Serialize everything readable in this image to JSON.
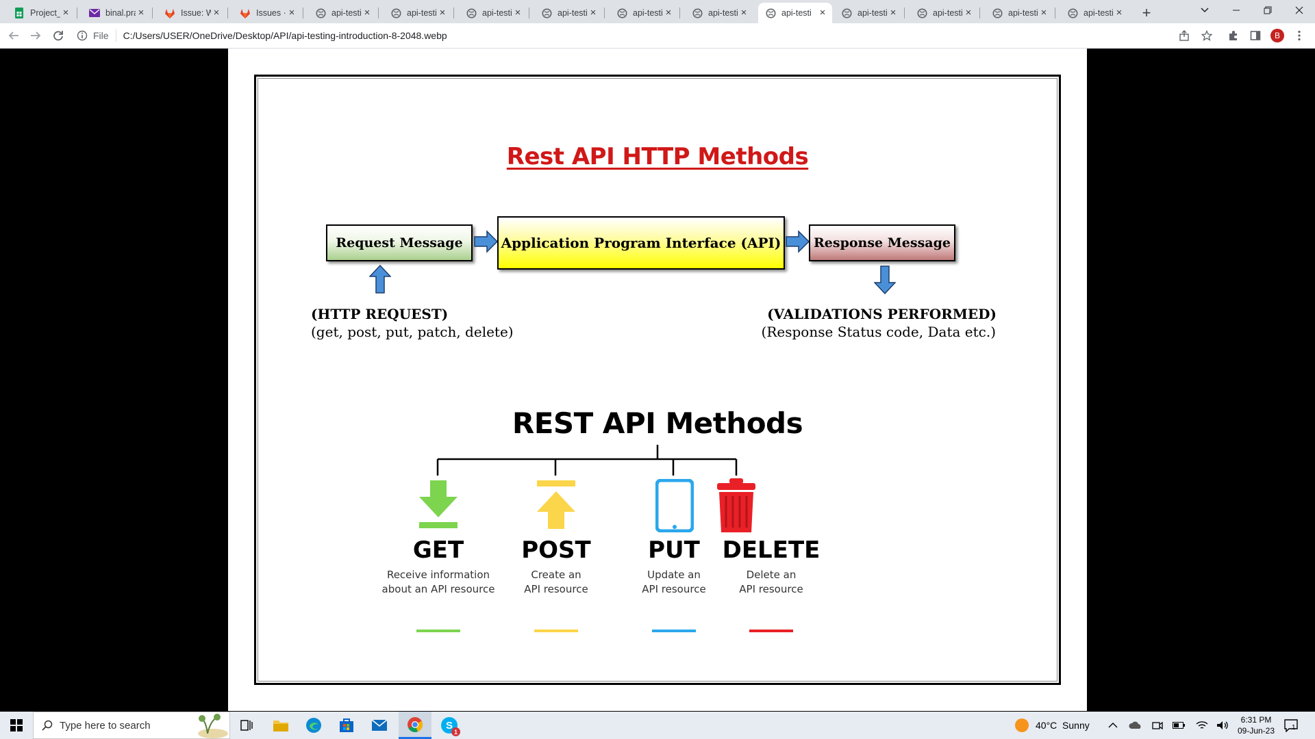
{
  "browser": {
    "tabs": [
      {
        "title": "Project_",
        "icon": "sheets-icon"
      },
      {
        "title": "binal.pra",
        "icon": "mail-icon"
      },
      {
        "title": "Issue: W",
        "icon": "gitlab-icon"
      },
      {
        "title": "Issues · E",
        "icon": "gitlab-icon"
      },
      {
        "title": "api-testi",
        "icon": "globe-icon"
      },
      {
        "title": "api-testi",
        "icon": "globe-icon"
      },
      {
        "title": "api-testi",
        "icon": "globe-icon"
      },
      {
        "title": "api-testi",
        "icon": "globe-icon"
      },
      {
        "title": "api-testi",
        "icon": "globe-icon"
      },
      {
        "title": "api-testi",
        "icon": "globe-icon"
      },
      {
        "title": "api-testi",
        "icon": "globe-icon",
        "active": true
      },
      {
        "title": "api-testi",
        "icon": "globe-icon"
      },
      {
        "title": "api-testi",
        "icon": "globe-icon"
      },
      {
        "title": "api-testi",
        "icon": "globe-icon"
      },
      {
        "title": "api-testi",
        "icon": "globe-icon"
      }
    ],
    "new_tab": "+",
    "address": {
      "scheme": "File",
      "path": "C:/Users/USER/OneDrive/Desktop/API/api-testing-introduction-8-2048.webp"
    },
    "profile_initial": "B",
    "colors": {
      "profile": "#c5221f",
      "tabstrip": "#dee1e6"
    }
  },
  "image": {
    "title": "Rest API HTTP Methods",
    "flow": {
      "request": "Request Message",
      "api": "Application Program Interface (API)",
      "response": "Response Message"
    },
    "left_note": {
      "heading": "(HTTP REQUEST)",
      "sub": "(get, post, put, patch, delete)"
    },
    "right_note": {
      "heading": "(VALIDATIONS PERFORMED)",
      "sub": "(Response Status code, Data etc.)"
    },
    "methods_title": "REST API Methods",
    "methods": [
      {
        "name": "GET",
        "line1": "Receive information",
        "line2": "about an API resource",
        "color": "#7dd44f",
        "icon": "download-arrow-icon"
      },
      {
        "name": "POST",
        "line1": "Create an",
        "line2": "API resource",
        "color": "#fbd54a",
        "icon": "upload-arrow-icon"
      },
      {
        "name": "PUT",
        "line1": "Update an",
        "line2": "API resource",
        "color": "#2ba7ec",
        "icon": "tablet-icon"
      },
      {
        "name": "DELETE",
        "line1": "Delete an",
        "line2": "API resource",
        "color": "#ea2027",
        "icon": "trash-icon"
      }
    ],
    "colors": {
      "title": "#d01818",
      "arrow": "#4a90d9"
    }
  },
  "taskbar": {
    "search_placeholder": "Type here to search",
    "weather": "40°C  Sunny",
    "time": "6:31 PM",
    "date": "09-Jun-23",
    "skype_badge": "1",
    "notification_count": "1"
  }
}
